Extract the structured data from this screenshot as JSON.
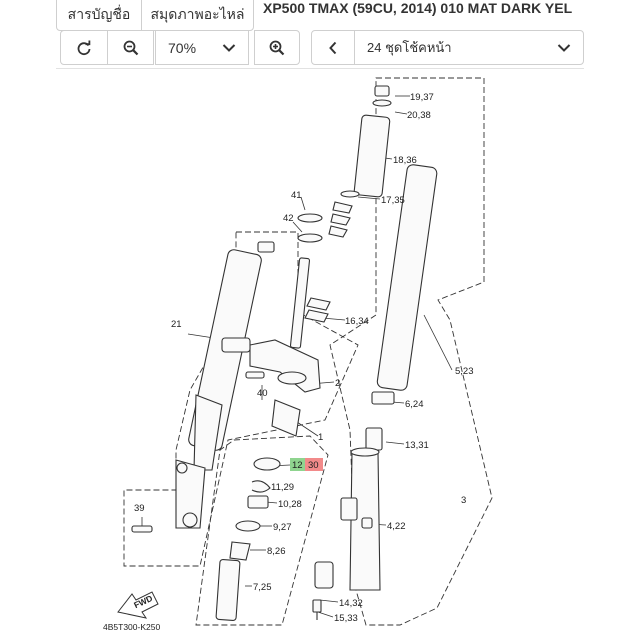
{
  "tabs": [
    {
      "label": "สารบัญชื่อ"
    },
    {
      "label": "สมุดภาพอะไหล่"
    }
  ],
  "document_title": "XP500 TMAX (59CU, 2014) 010 MAT DARK YEL",
  "toolbar": {
    "zoom_value": "70%",
    "page_value": "24 ชุดโช้คหน้า"
  },
  "diagram": {
    "callouts": {
      "c1937": "19,37",
      "c2038": "20,38",
      "c1836": "18,36",
      "c1735": "17,35",
      "c41": "41",
      "c42": "42",
      "c1634": "16,34",
      "c21": "21",
      "c523": "5,23",
      "c2": "2",
      "c40": "40",
      "c624": "6,24",
      "c1": "1",
      "c1331": "13,31",
      "c12": "12",
      "c30": "30",
      "c1129": "11,29",
      "c3": "3",
      "c1028": "10,28",
      "c39": "39",
      "c927": "9,27",
      "c422": "4,22",
      "c826": "8,26",
      "c725": "7,25",
      "c1432": "14,32",
      "c1533": "15,33"
    },
    "fwd": "FWD",
    "code": "4B5T300-K250",
    "highlight_colors": {
      "green": "#8fd48f",
      "red": "#f28a8a"
    }
  }
}
